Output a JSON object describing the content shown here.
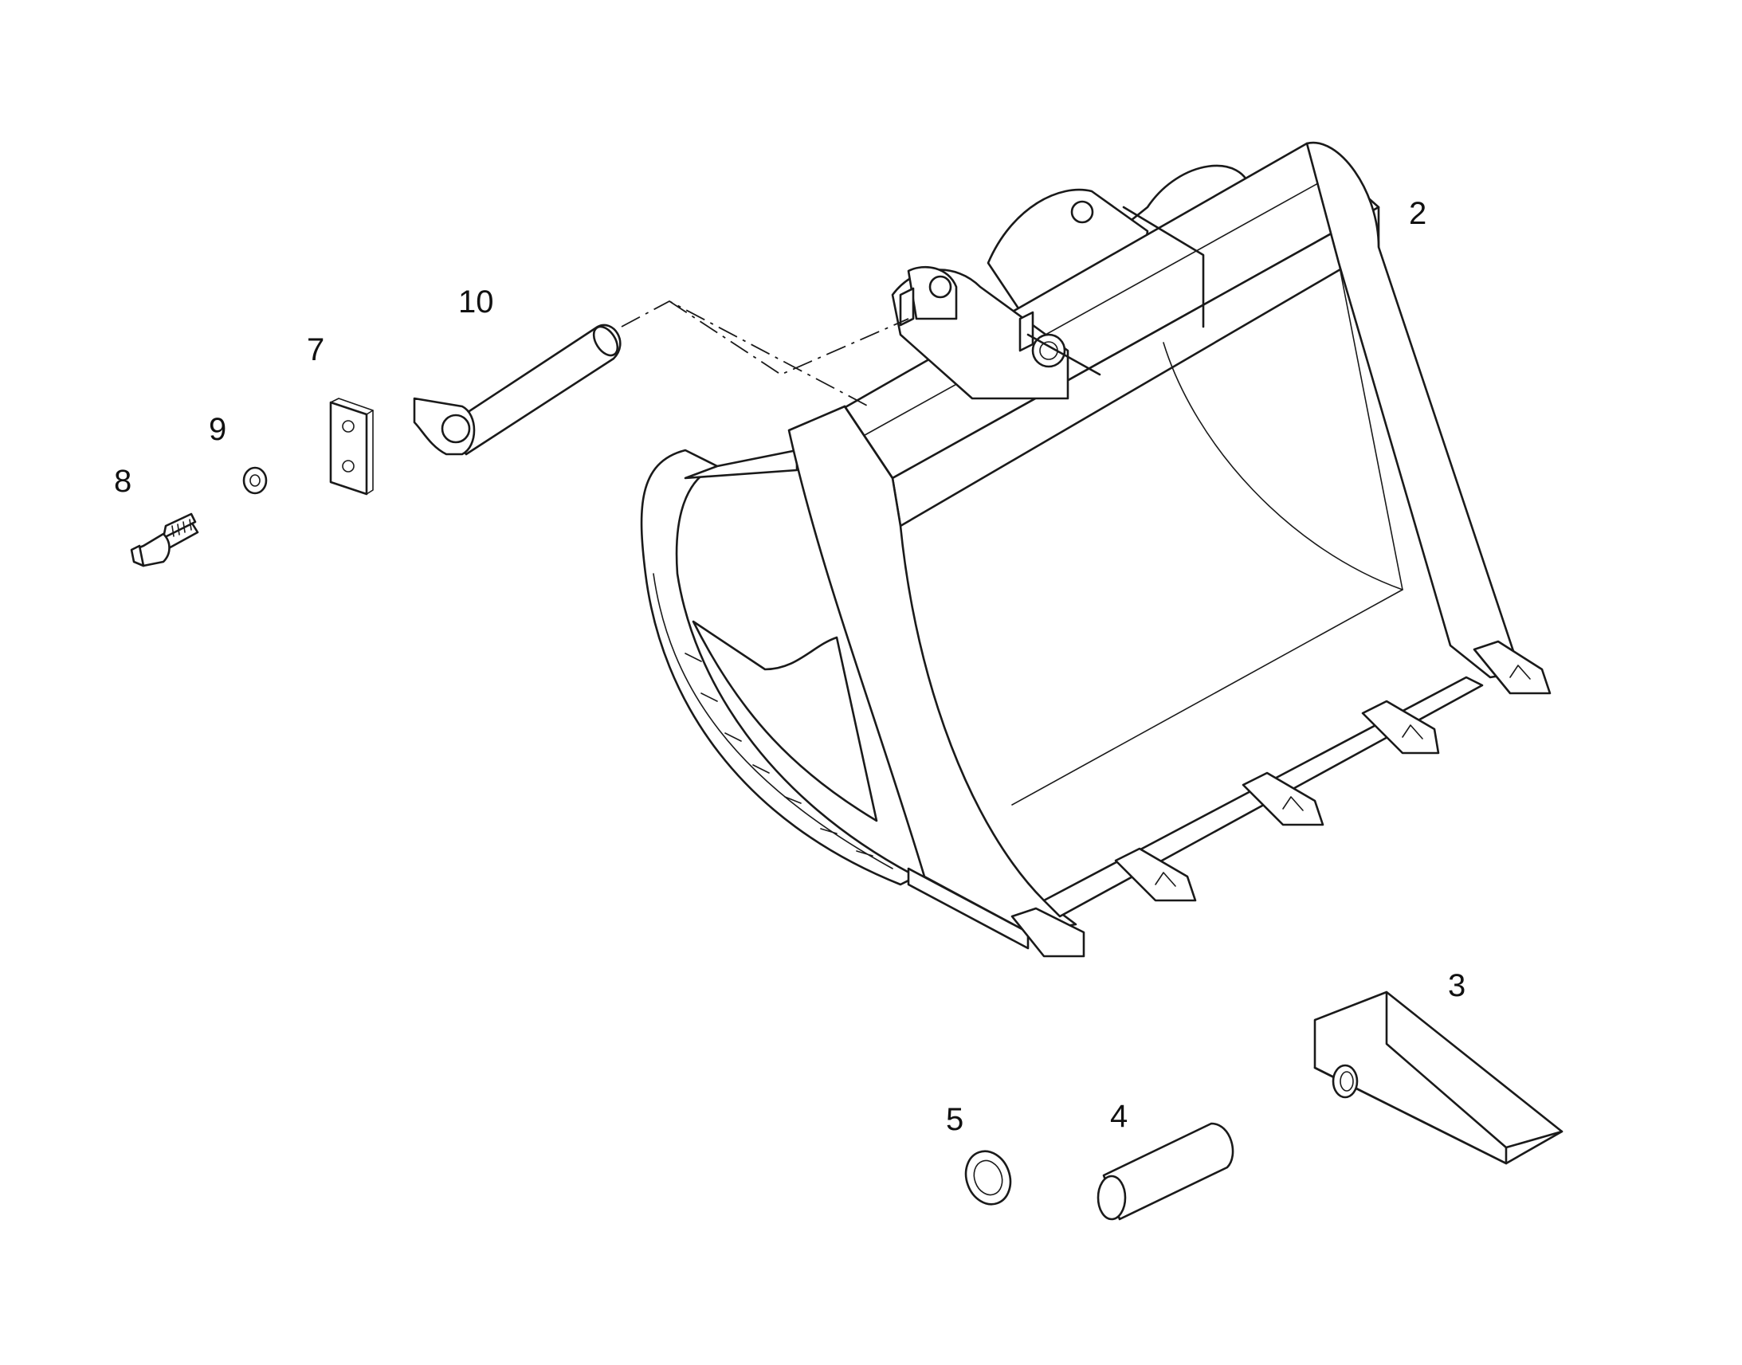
{
  "callouts": {
    "bucket": "2",
    "tooth": "3",
    "tooth_pin": "4",
    "retainer_washer": "5",
    "lock_plate": "7",
    "bolt": "8",
    "washer": "9",
    "bucket_pin": "10"
  },
  "colors": {
    "line": "#1a1a1a",
    "background": "#ffffff"
  }
}
